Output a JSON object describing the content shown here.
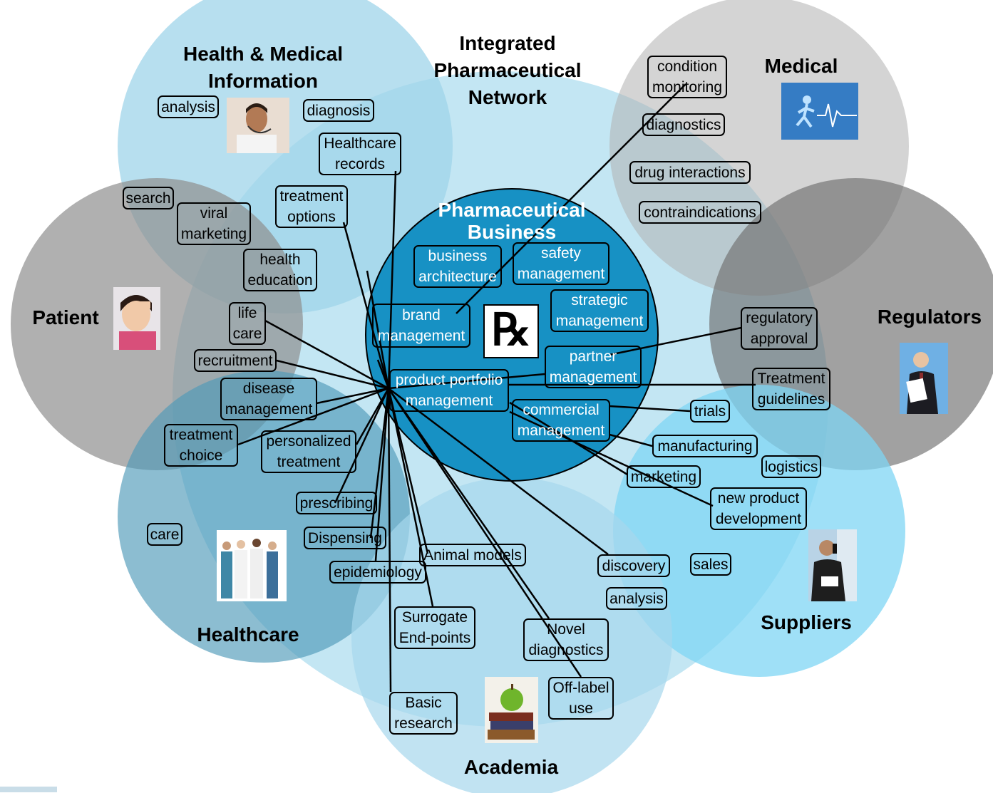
{
  "core": {
    "title_line1": "Pharmaceutical",
    "title_line2": "Business",
    "rx_symbol": "℞"
  },
  "regions": {
    "integrated_line1": "Integrated",
    "integrated_line2": "Pharmaceutical",
    "integrated_line3": "Network",
    "health_info_line1": "Health & Medical",
    "health_info_line2": "Information",
    "medical": "Medical",
    "patient": "Patient",
    "regulators": "Regulators",
    "healthcare": "Healthcare",
    "suppliers": "Suppliers",
    "academia": "Academia"
  },
  "nodes": {
    "analysis_top": "analysis",
    "diagnosis": "diagnosis",
    "healthcare_records": "Healthcare\nrecords",
    "treatment_options": "treatment\noptions",
    "search": "search",
    "viral_marketing": "viral\nmarketing",
    "health_education": "health\neducation",
    "life_care": "life\ncare",
    "recruitment": "recruitment",
    "disease_management": "disease\nmanagement",
    "treatment_choice": "treatment\nchoice",
    "personalized_treatment": "personalized\ntreatment",
    "prescribing": "prescribing",
    "dispensing": "Dispensing",
    "care": "care",
    "epidemiology": "epidemiology",
    "animal_models": "Animal models",
    "surrogate_endpoints": "Surrogate\nEnd-points",
    "basic_research": "Basic\nresearch",
    "novel_diagnostics": "Novel\ndiagnostics",
    "off_label_use": "Off-label\nuse",
    "discovery": "discovery",
    "analysis_bottom": "analysis",
    "sales": "sales",
    "new_product_development": "new product\ndevelopment",
    "marketing": "marketing",
    "logistics": "logistics",
    "manufacturing": "manufacturing",
    "trials": "trials",
    "treatment_guidelines": "Treatment\nguidelines",
    "regulatory_approval": "regulatory\napproval",
    "condition_monitoring": "condition\nmonitoring",
    "diagnostics": "diagnostics",
    "drug_interactions": "drug interactions",
    "contraindications": "contraindications",
    "business_architecture": "business\narchitecture",
    "safety_management": "safety\nmanagement",
    "strategic_management": "strategic\nmanagement",
    "brand_management": "brand\nmanagement",
    "partner_management": "partner\nmanagement",
    "product_portfolio_management": "product portfolio\nmanagement",
    "commercial_management": "commercial\nmanagement"
  },
  "photos": {
    "health_info": "headset-doctor-photo",
    "medical": "running-ecg-photo",
    "patient": "sick-child-photo",
    "regulators": "businessman-reading-photo",
    "healthcare": "medical-staff-photo",
    "suppliers": "businessman-phone-photo",
    "academia": "apple-books-photo"
  },
  "colors": {
    "light_blue": "#a9d9ec",
    "gray": "#9e9e9e",
    "dark_gray": "#7a7a7a",
    "cyan": "#8fdcf5",
    "teal": "#5aa6c2",
    "core_blue": "#1692c4"
  }
}
